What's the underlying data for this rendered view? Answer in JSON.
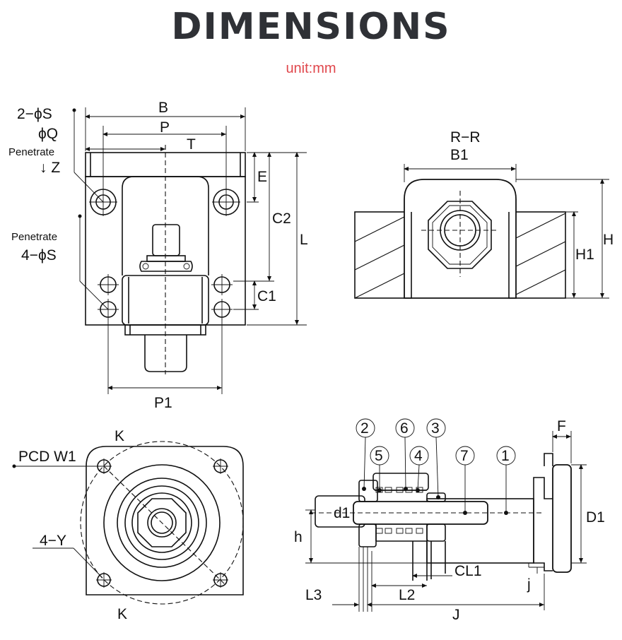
{
  "header": {
    "title": "DIMENSIONS",
    "unit": "unit:mm"
  },
  "front_view": {
    "labels": {
      "hole_a": "2−ϕS",
      "dia_q": "ϕQ",
      "penetrate_a": "Penetrate",
      "depth_z": "↓ Z",
      "penetrate_b": "Penetrate",
      "hole_b": "4−ϕS",
      "b": "B",
      "p": "P",
      "t": "T",
      "e": "E",
      "c2": "C2",
      "l": "L",
      "c1": "C1",
      "p1": "P1"
    }
  },
  "section_view": {
    "labels": {
      "rr": "R−R",
      "b1": "B1",
      "h": "H",
      "h1": "H1"
    }
  },
  "end_view": {
    "labels": {
      "k_top": "K",
      "pcd": "PCD W1",
      "hole_y": "4−Y",
      "k_bottom": "K"
    }
  },
  "side_view": {
    "parts": [
      "2",
      "6",
      "3",
      "5",
      "4",
      "7",
      "1"
    ],
    "labels": {
      "f": "F",
      "d1": "d1",
      "d1_big": "D1",
      "h": "h",
      "cl1": "CL1",
      "j_small": "j",
      "l3": "L3",
      "l2": "L2",
      "j": "J"
    }
  }
}
